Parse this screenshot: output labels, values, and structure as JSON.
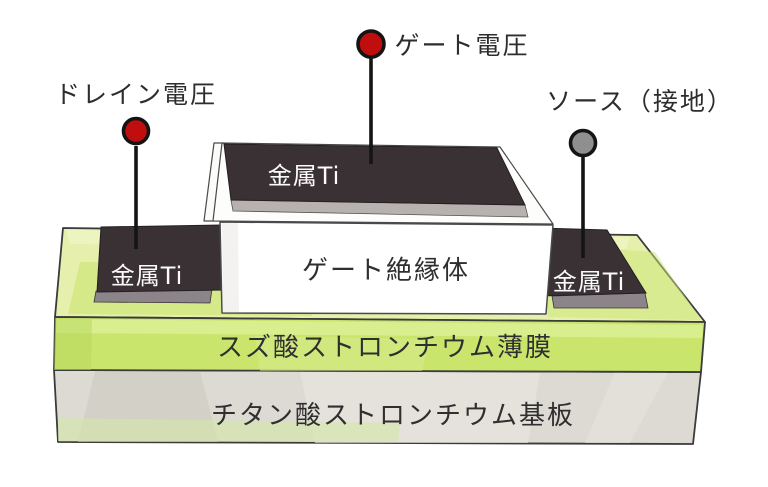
{
  "diagram": {
    "terminals": {
      "drain": {
        "label": "ドレイン電圧",
        "type": "voltage"
      },
      "gate": {
        "label": "ゲート電圧",
        "type": "voltage"
      },
      "source": {
        "label": "ソース（接地）",
        "type": "ground"
      }
    },
    "device": {
      "gate_top_metal": {
        "label": "金属Ti"
      },
      "drain_electrode": {
        "label": "金属Ti"
      },
      "source_electrode": {
        "label": "金属Ti"
      },
      "gate_insulator": {
        "label": "ゲート絶縁体"
      },
      "channel_film": {
        "label": "スズ酸ストロンチウム薄膜"
      },
      "substrate": {
        "label": "チタン酸ストロンチウム基板"
      }
    },
    "colors": {
      "voltage_pin": "#c00e0e",
      "ground_pin": "#8f8f8f",
      "pin_outline": "#141414",
      "metal": "#3a3134",
      "metal_edge_dark": "#8b8589",
      "metal_edge_light": "#b7b2af",
      "insulator": "#ffffff",
      "film_front": "#c9e56c",
      "film_top": "#e6efab",
      "substrate_front": "#dcdad2",
      "outline": "#3b3b3b"
    }
  }
}
